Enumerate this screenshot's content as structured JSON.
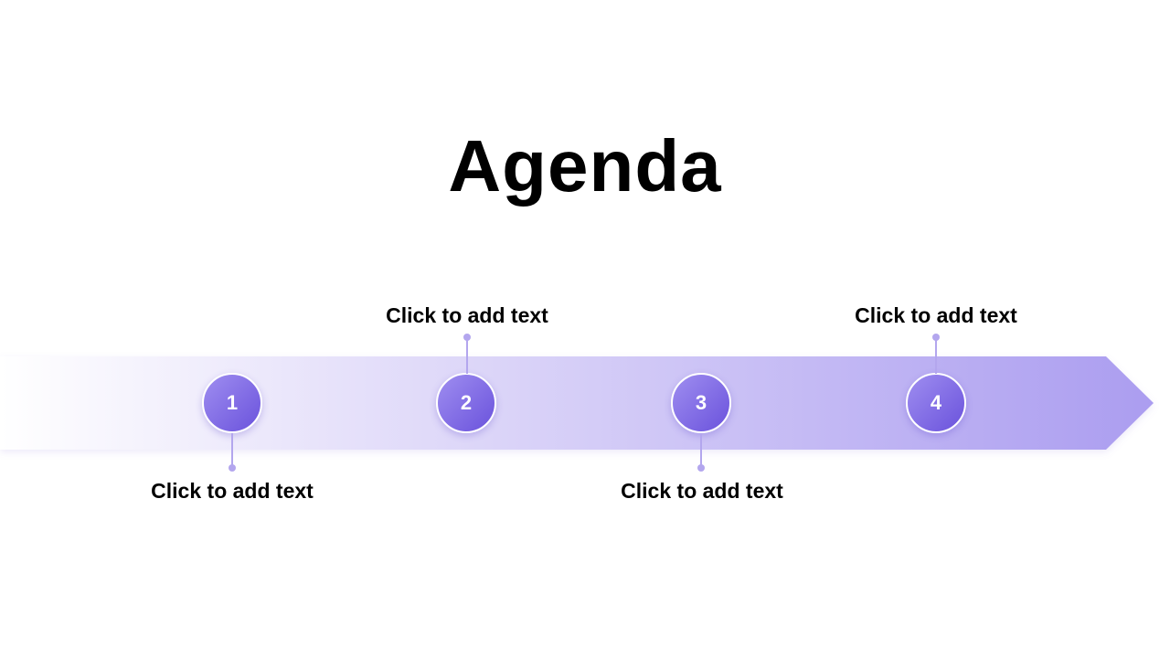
{
  "slide": {
    "title": "Agenda"
  },
  "timeline": {
    "accent": "#6a52dc",
    "bar_start_color": "#ffffff",
    "bar_end_color": "#ab9df0",
    "items": [
      {
        "number": "1",
        "text": "Click to add text",
        "position": "below"
      },
      {
        "number": "2",
        "text": "Click to add text",
        "position": "above"
      },
      {
        "number": "3",
        "text": "Click to add text",
        "position": "below"
      },
      {
        "number": "4",
        "text": "Click to add text",
        "position": "above"
      }
    ]
  }
}
